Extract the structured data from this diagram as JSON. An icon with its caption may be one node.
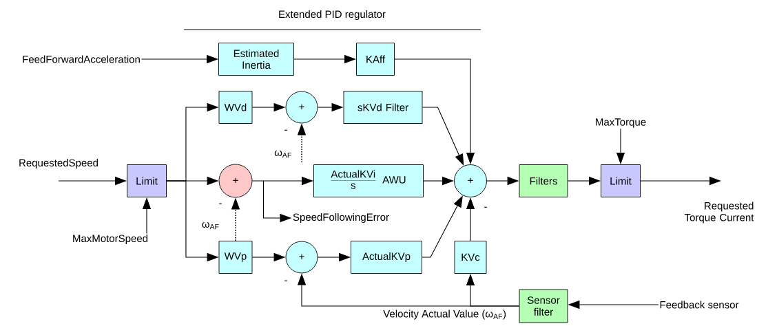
{
  "diagram": {
    "title": "Extended PID regulator",
    "nodes": [
      {
        "text": [
          "FeedForwardAcceleration"
        ]
      },
      {
        "text": [
          "Estimated Inertia"
        ]
      },
      {
        "text": [
          "KAff"
        ]
      },
      {
        "text": [
          "RequestedSpeed"
        ]
      },
      {
        "text": [
          "Limit"
        ]
      },
      {
        "text": [
          "MaxMotorSpeed"
        ]
      },
      {
        "text": [
          "WVd"
        ]
      },
      {
        "text": [
          "+"
        ],
        "beside": [
          "-"
        ]
      },
      {
        "text": [
          "sKVd Filter"
        ]
      },
      {
        "text": [
          "+"
        ],
        "beside": [
          "-"
        ]
      },
      {
        "text": [
          "ActualKVi",
          "s",
          "AWU"
        ]
      },
      {
        "text": [
          "+"
        ],
        "beside": [
          "-"
        ]
      },
      {
        "text": [
          "Filters"
        ]
      },
      {
        "text": [
          "Limit"
        ]
      },
      {
        "text": [
          "MaxTorque"
        ]
      },
      {
        "text": [
          "WVp"
        ]
      },
      {
        "text": [
          "+"
        ],
        "beside": [
          "-"
        ]
      },
      {
        "text": [
          "ActualKVp"
        ]
      },
      {
        "text": [
          "KVc"
        ]
      },
      {
        "text": [
          "Sensor filter"
        ]
      },
      {
        "text": [
          "Feedback sensor"
        ]
      },
      {
        "text": [
          "ω$_{AF}$"
        ]
      },
      {
        "text": [
          "SpeedFollowingError"
        ]
      }
    ],
    "edges": [
      {
        "from": 0,
        "to": 1,
        "arrow": "to"
      },
      {
        "from": 1,
        "to": 2,
        "arrow": "to"
      },
      {
        "from": 2,
        "to": 11,
        "arrow": "to"
      },
      {
        "from": 3,
        "to": 4,
        "arrow": "to"
      },
      {
        "from": 5,
        "to": 4,
        "arrow": "to"
      },
      {
        "from": 4,
        "to": 6,
        "arrow": "to"
      },
      {
        "from": 4,
        "to": 9,
        "arrow": "to"
      },
      {
        "from": 4,
        "to": 15,
        "arrow": "to"
      },
      {
        "from": 6,
        "to": 7,
        "arrow": "to"
      },
      {
        "from": 7,
        "to": 8,
        "arrow": "to"
      },
      {
        "from": 8,
        "to": 11,
        "arrow": "to"
      },
      {
        "from": 9,
        "to": 10,
        "arrow": "to"
      },
      {
        "from": 9,
        "to": 22,
        "arrow": "to"
      },
      {
        "from": 10,
        "to": 11,
        "arrow": "to"
      },
      {
        "from": 11,
        "to": 12,
        "arrow": "to"
      },
      {
        "from": 12,
        "to": 13,
        "arrow": "to"
      },
      {
        "from": 14,
        "to": 13,
        "arrow": "to"
      },
      {
        "from": 13,
        "to": null,
        "arrow": "to"
      },
      {
        "from": 15,
        "to": 16,
        "arrow": "to"
      },
      {
        "from": 16,
        "to": 17,
        "arrow": "to"
      },
      {
        "from": 17,
        "to": 11,
        "arrow": "to"
      },
      {
        "from": 18,
        "to": 11,
        "arrow": "to"
      },
      {
        "from": 19,
        "to": 16,
        "arrow": "to",
        "label": "Velocity Actual Value (ω$_{AF}$)"
      },
      {
        "from": 19,
        "to": 18,
        "arrow": "to"
      },
      {
        "from": 20,
        "to": 19,
        "arrow": "to"
      },
      {
        "from": 21,
        "to": 7,
        "arrow": "to",
        "style": "dashed"
      },
      {
        "from": 15,
        "to": 9,
        "arrow": "to",
        "style": "dashed",
        "label": "ω$_{AF}$"
      }
    ],
    "labels": [
      "Requested Torque Current"
    ]
  }
}
